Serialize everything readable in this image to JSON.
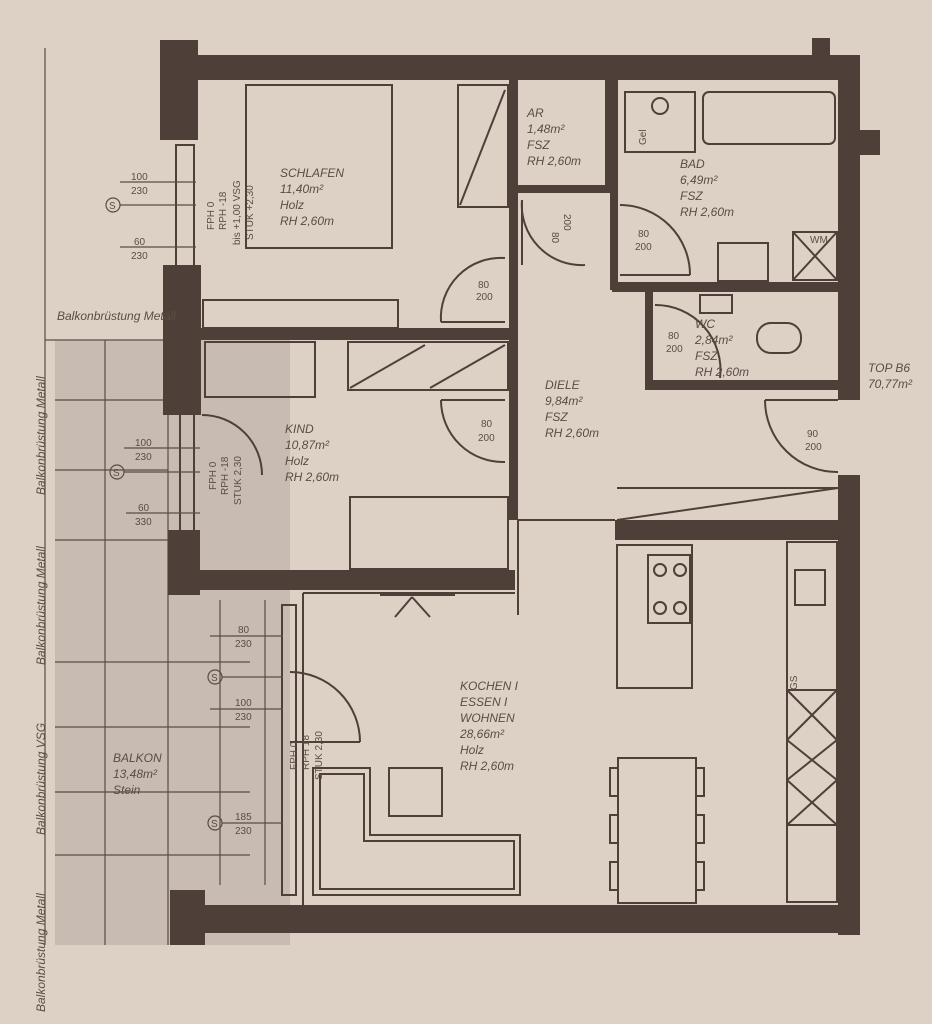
{
  "colors": {
    "paper": "#ddd1c6",
    "wall": "#4e4039",
    "balcony": "#c8bcb2",
    "text": "#5a4c45"
  },
  "rooms": {
    "schlafen": {
      "name": "SCHLAFEN",
      "area": "11,40m²",
      "floor": "Holz",
      "height": "RH 2,60m"
    },
    "ar": {
      "name": "AR",
      "area": "1,48m²",
      "floor": "FSZ",
      "height": "RH 2,60m"
    },
    "bad": {
      "name": "BAD",
      "area": "6,49m²",
      "floor": "FSZ",
      "height": "RH 2,60m"
    },
    "wc": {
      "name": "WC",
      "area": "2,84m²",
      "floor": "FSZ",
      "height": "RH 2,60m"
    },
    "diele": {
      "name": "DIELE",
      "area": "9,84m²",
      "floor": "FSZ",
      "height": "RH 2,60m"
    },
    "kind": {
      "name": "KIND",
      "area": "10,87m²",
      "floor": "Holz",
      "height": "RH 2,60m"
    },
    "kochen": {
      "name1": "KOCHEN I",
      "name2": "ESSEN I",
      "name3": "WOHNEN",
      "area": "28,66m²",
      "floor": "Holz",
      "height": "RH 2,60m"
    },
    "balkon": {
      "name": "BALKON",
      "area": "13,48m²",
      "floor": "Stein"
    }
  },
  "unit": {
    "name": "TOP B6",
    "area": "70,77m²"
  },
  "railings": {
    "metall": "Balkonbrüstung Metall",
    "vsg": "Balkonbrüstung VSG"
  },
  "windows": {
    "schlafen": [
      {
        "w": "100",
        "h": "230"
      },
      {
        "w": "60",
        "h": "230"
      }
    ],
    "kind": [
      {
        "w": "100",
        "h": "230"
      },
      {
        "w": "60",
        "h": "330"
      }
    ],
    "kochen": [
      {
        "w": "80",
        "h": "230"
      },
      {
        "w": "100",
        "h": "230"
      },
      {
        "w": "185",
        "h": "230"
      }
    ]
  },
  "sill_notes": {
    "schlafen": [
      "FPH 0",
      "RPH -18",
      "bis +1,00 VSG",
      "STUK +2,30"
    ],
    "kind": [
      "FPH 0",
      "RPH -18",
      "STUK 2,30"
    ],
    "kochen": [
      "FPH 0",
      "RPH 18",
      "STUK 2,30"
    ]
  },
  "doors": {
    "d80": "80",
    "d90": "90",
    "h200": "200"
  },
  "fixtures": {
    "gel": "Gel",
    "wm": "WM",
    "gs": "GS",
    "s": "S"
  }
}
